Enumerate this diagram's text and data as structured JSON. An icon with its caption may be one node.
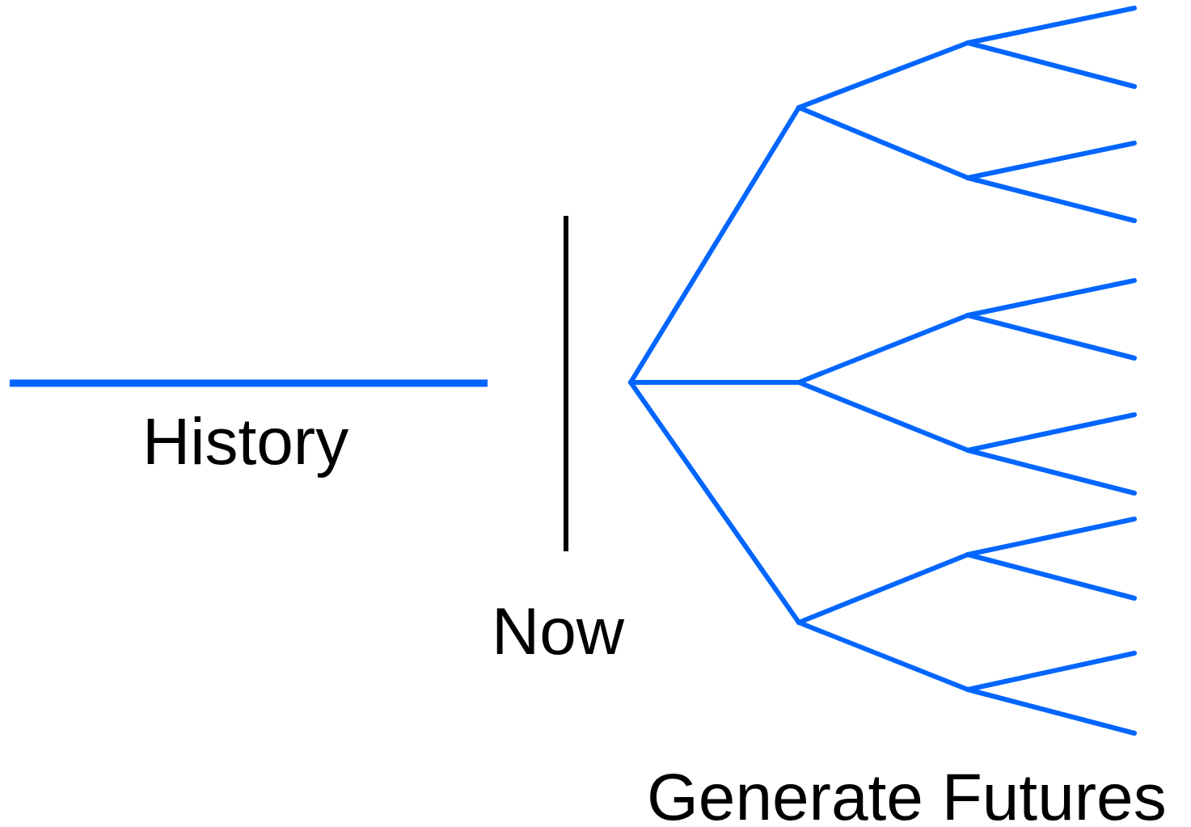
{
  "diagram": {
    "labels": [
      "History",
      "Now",
      "Generate Futures"
    ]
  }
}
